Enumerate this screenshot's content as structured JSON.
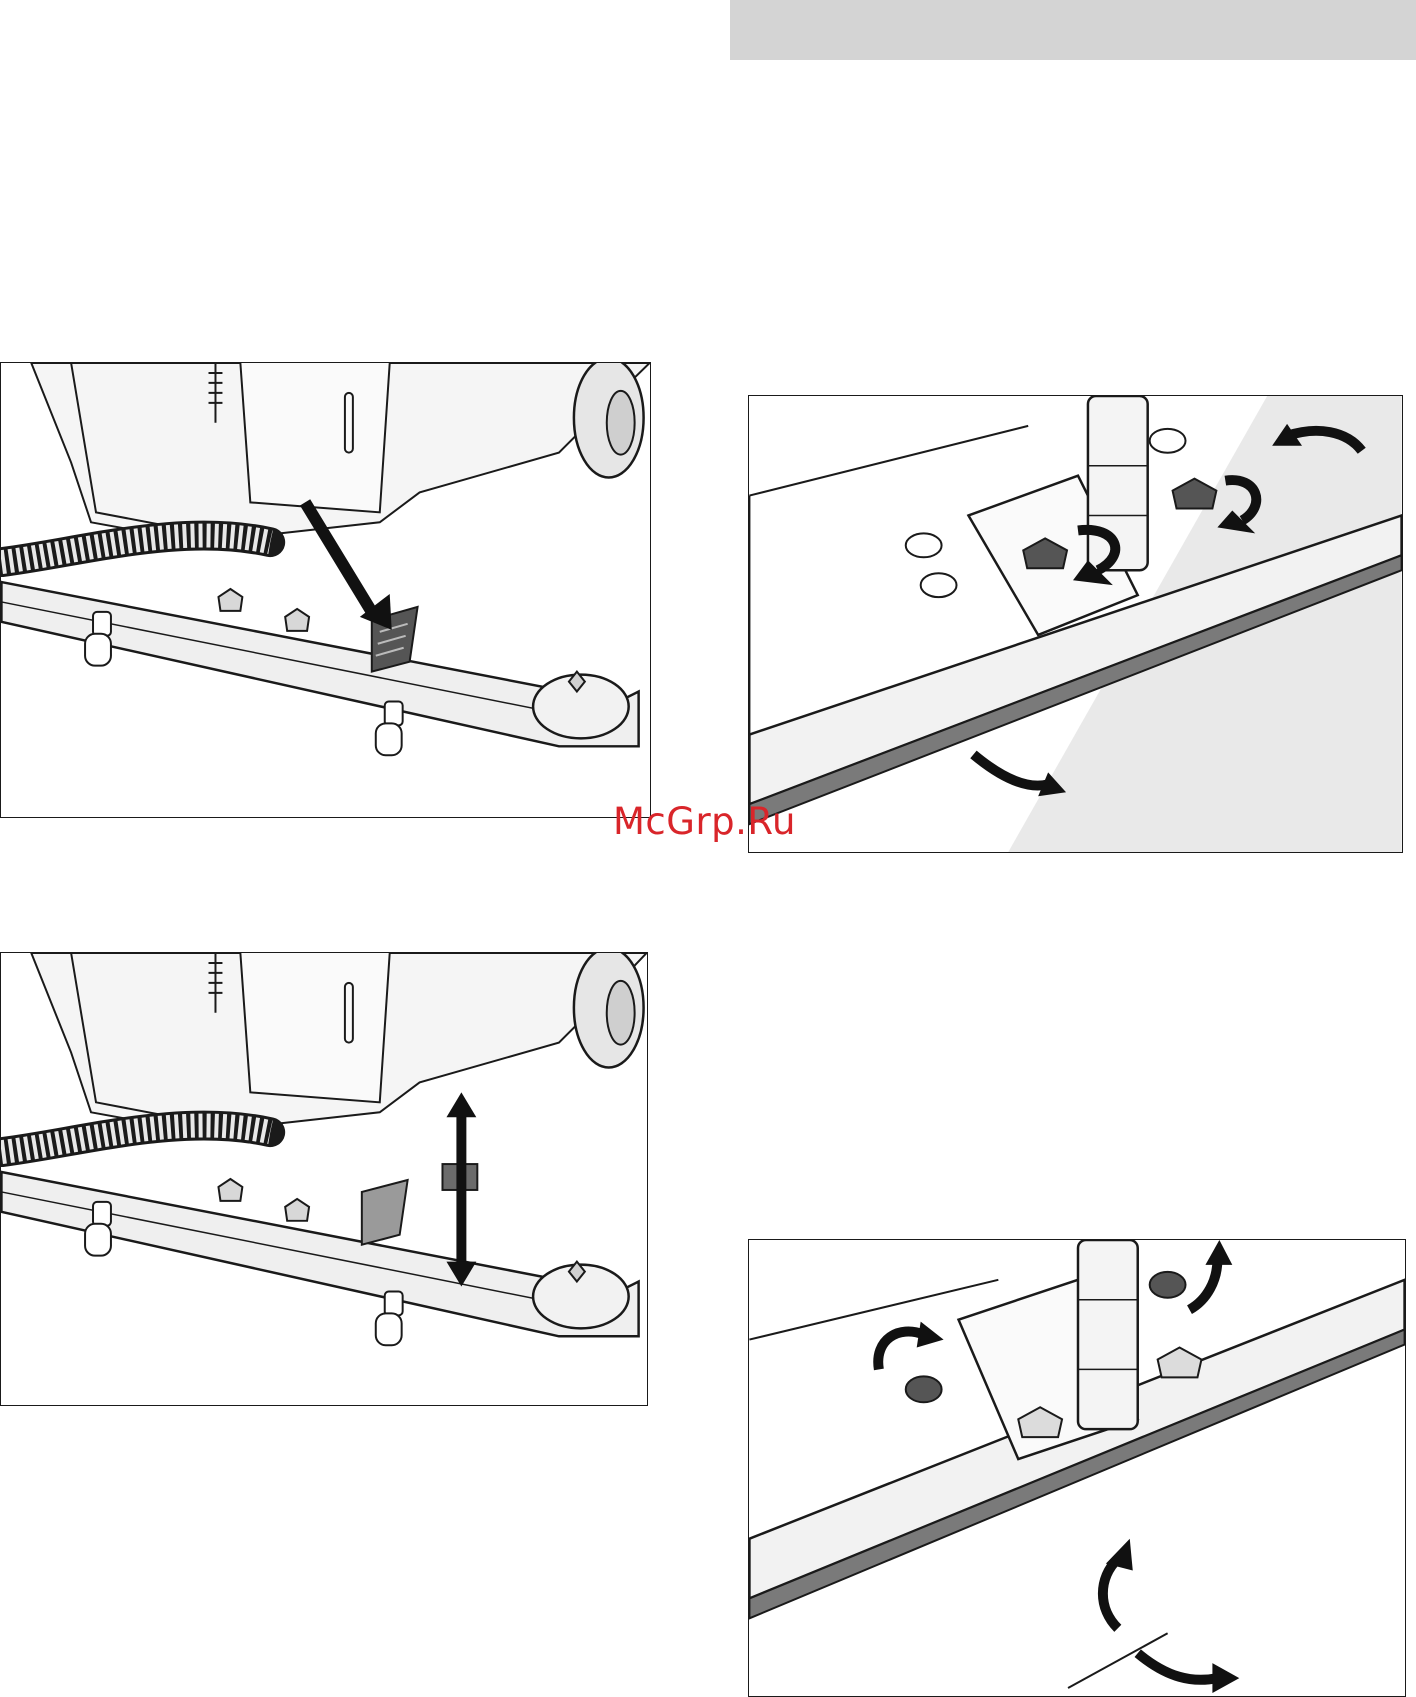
{
  "page": {
    "watermark": "McGrp.Ru"
  },
  "figures": [
    {
      "id": "fig-1",
      "subject": "squeegee-lowering-pedal-pressed"
    },
    {
      "id": "fig-2",
      "subject": "squeegee-knobs-loosen-and-tilt"
    },
    {
      "id": "fig-3",
      "subject": "squeegee-pedal-lever-up-down"
    },
    {
      "id": "fig-4",
      "subject": "squeegee-wing-nuts-and-angle"
    }
  ],
  "colors": {
    "line": "#1a1a1a",
    "fill_light": "#ededed",
    "fill_mid": "#bdbdbd",
    "fill_dark": "#6b6b6b",
    "accent_arrow": "#111111",
    "watermark": "#d9252a",
    "header_bar": "#d4d4d4"
  }
}
